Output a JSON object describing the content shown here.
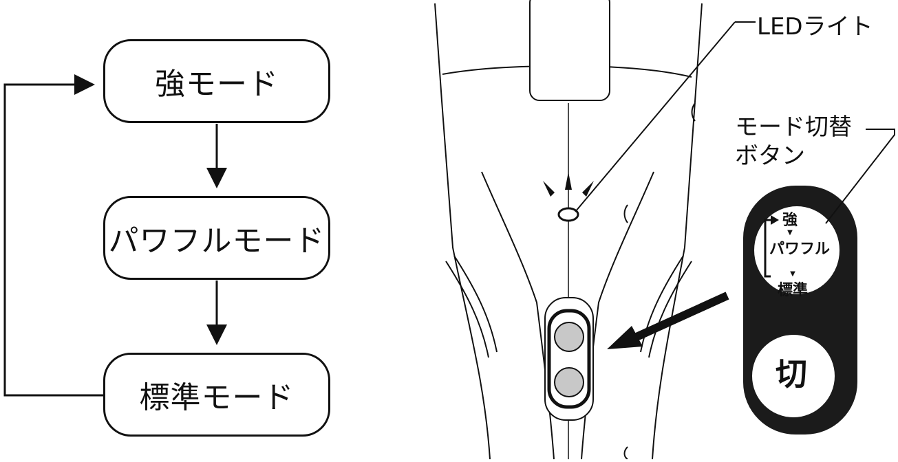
{
  "flow": {
    "modes": [
      "強モード",
      "パワフルモード",
      "標準モード"
    ]
  },
  "device": {
    "led_label": "LEDライト",
    "button_label_line1": "モード切替",
    "button_label_line2": "ボタン",
    "dial": {
      "strong": "強",
      "power": "パワフル",
      "normal": "標準",
      "arrow_glyph": "▼"
    },
    "off_label": "切"
  },
  "colors": {
    "ink": "#111111",
    "button_gray": "#c8c8c8",
    "panel_black": "#1b1b1b"
  }
}
